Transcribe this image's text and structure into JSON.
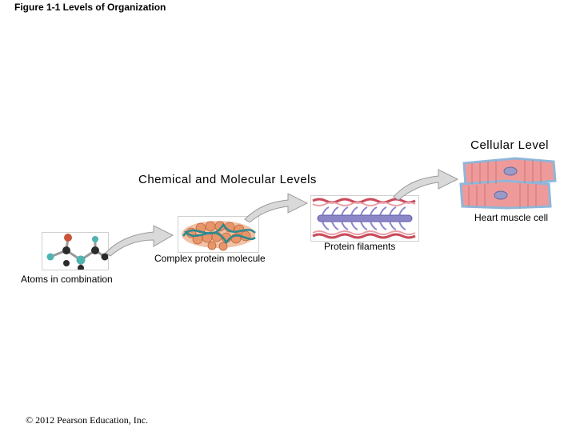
{
  "figure": {
    "title": "Figure 1-1 Levels of Organization",
    "copyright": "© 2012 Pearson Education, Inc."
  },
  "levels": {
    "cellular": "Cellular Level",
    "chemical_molecular": "Chemical and Molecular Levels"
  },
  "labels": {
    "atoms": "Atoms in combination",
    "protein_molecule": "Complex protein molecule",
    "protein_filaments": "Protein filaments",
    "heart_cell": "Heart muscle cell"
  },
  "colors": {
    "arrow_fill": "#d9d9d9",
    "arrow_stroke": "#9a9a9a",
    "atom_black": "#2b2b2b",
    "atom_teal": "#4fb3b0",
    "atom_red": "#c8563a",
    "protein_orange": "#e8956a",
    "protein_teal": "#2b8a8f",
    "filament_purple": "#8a86c8",
    "filament_red": "#c94a5a",
    "cell_pink": "#ef9a9a",
    "cell_blue_edge": "#8fb6d8"
  }
}
